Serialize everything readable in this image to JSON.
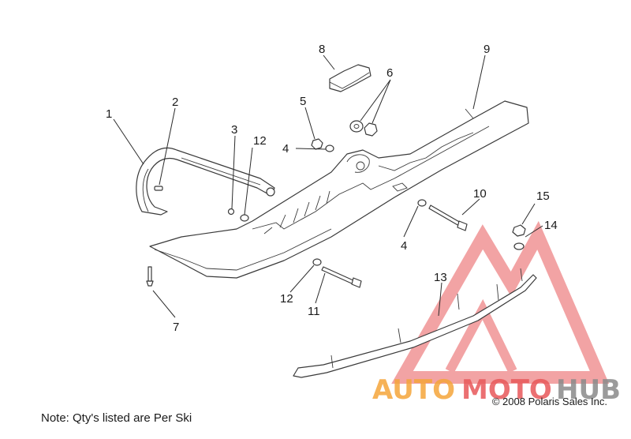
{
  "callouts": [
    {
      "id": "1",
      "label": "1"
    },
    {
      "id": "2",
      "label": "2"
    },
    {
      "id": "3",
      "label": "3"
    },
    {
      "id": "4a",
      "label": "4"
    },
    {
      "id": "4b",
      "label": "4"
    },
    {
      "id": "5",
      "label": "5"
    },
    {
      "id": "6",
      "label": "6"
    },
    {
      "id": "7",
      "label": "7"
    },
    {
      "id": "8",
      "label": "8"
    },
    {
      "id": "9",
      "label": "9"
    },
    {
      "id": "10",
      "label": "10"
    },
    {
      "id": "11",
      "label": "11"
    },
    {
      "id": "12a",
      "label": "12"
    },
    {
      "id": "12b",
      "label": "12"
    },
    {
      "id": "13",
      "label": "13"
    },
    {
      "id": "14",
      "label": "14"
    },
    {
      "id": "15",
      "label": "15"
    }
  ],
  "note": "Note: Qty's listed are Per Ski",
  "copyright": "© 2008 Polaris Sales Inc.",
  "watermark": {
    "text_part1": "AUTO",
    "text_part2": "MOTO",
    "text_part3": "HUB",
    "color_orange": "#f5a53a",
    "color_red": "#e8585a",
    "color_gray": "#8a8a8a"
  }
}
